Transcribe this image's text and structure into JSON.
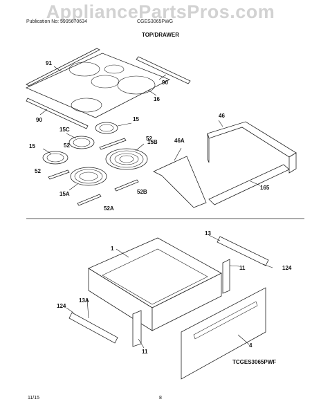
{
  "header": {
    "watermark": "AppliancePartsPros.com",
    "publication": "Publication No: 5995670634",
    "model": "CGES3065PWG",
    "section_title": "TOP/DRAWER"
  },
  "labels": {
    "l91": "91",
    "l90a": "90",
    "l90b": "90",
    "l16": "16",
    "l15a": "15",
    "l15b": "15",
    "l15c": "15C",
    "l15d": "15B",
    "l15e": "15A",
    "l52a": "52",
    "l52b": "52",
    "l52c": "52",
    "l52d": "52B",
    "l52e": "52A",
    "l46": "46",
    "l46a": "46A",
    "l165": "165",
    "l1": "1",
    "l13": "13",
    "l11a": "11",
    "l124a": "124",
    "l124b": "124",
    "l13a": "13A",
    "l11b": "11",
    "l4": "4"
  },
  "diagram_code": "TCGES3065PWF",
  "footer": {
    "date": "11/15",
    "page": "8"
  }
}
